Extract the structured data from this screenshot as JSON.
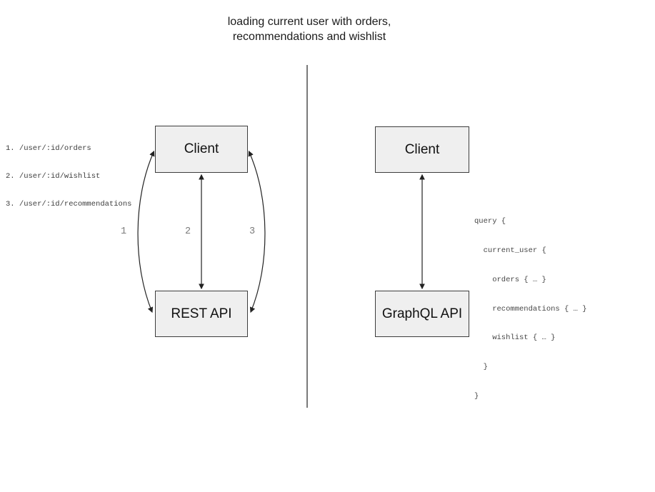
{
  "title": {
    "line1": "loading current user with orders,",
    "line2": "recommendations and wishlist"
  },
  "left_panel": {
    "endpoints": [
      "1. /user/:id/orders",
      "2. /user/:id/wishlist",
      "3. /user/:id/recommendations"
    ],
    "client_box_label": "Client",
    "api_box_label": "REST API",
    "arrow_labels": [
      "1",
      "2",
      "3"
    ]
  },
  "right_panel": {
    "client_box_label": "Client",
    "api_box_label": "GraphQL API",
    "query_lines": [
      "query {",
      "  current_user {",
      "    orders { … }",
      "    recommendations { … }",
      "    wishlist { … }",
      "  }",
      "}"
    ]
  },
  "colors": {
    "box_fill": "#efefef",
    "box_border": "#3d3d3d",
    "arrow_stroke": "#222222",
    "divider": "#6b6b6b",
    "arrow_number_gray": "#7b7b7b",
    "code_text": "#474747"
  }
}
